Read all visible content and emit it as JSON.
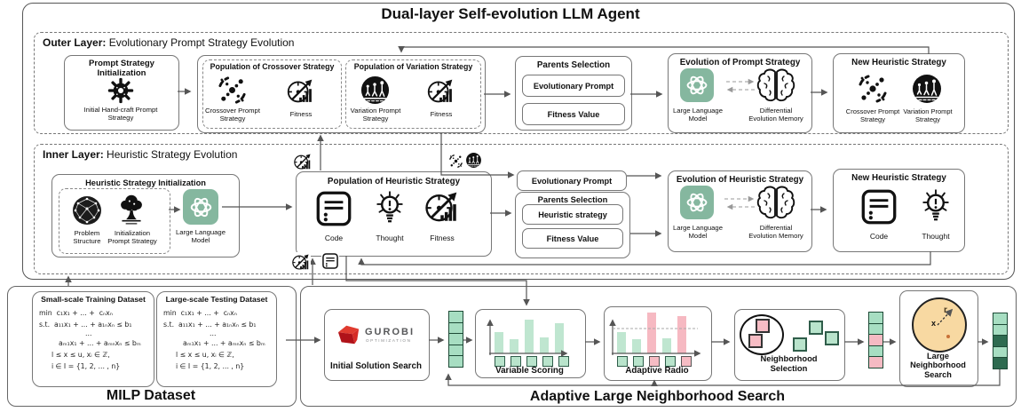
{
  "title": "Dual-layer Self-evolution LLM Agent",
  "colors": {
    "llm_green": "#85b79f",
    "cell_green": "#a7dec2",
    "cell_dark_green": "#2e6b50",
    "cell_pink": "#f5bac3",
    "bar_green": "#bfe6d0",
    "bar_pink": "#f6b9c2",
    "lns_circle_tan": "#f8d9a2",
    "gurobi_red": "#b01219"
  },
  "outer_layer": {
    "label_bold": "Outer Layer:",
    "label_rest": " Evolutionary Prompt Strategy Evolution",
    "prompt_init": {
      "title": "Prompt Strategy Initialization",
      "caption": "Initial Hand-craft Prompt Strategy"
    },
    "pop_crossover": {
      "title": "Population of Crossover Strategy",
      "icon1_label": "Crossover Prompt Strategy",
      "icon2_label": "Fitness"
    },
    "pop_variation": {
      "title": "Population of Variation Strategy",
      "icon1_label": "Variation Prompt Strategy",
      "icon2_label": "Fitness"
    },
    "parents_selection": {
      "title": "Parents Selection",
      "item1": "Evolutionary Prompt",
      "item2": "Fitness Value"
    },
    "evolution": {
      "title": "Evolution of Prompt Strategy",
      "llm_label": "Large Language Model",
      "memory_label": "Differential Evolution Memory"
    },
    "new_strategy": {
      "title": "New Heuristic Strategy",
      "icon1_label": "Crossover Prompt Strategy",
      "icon2_label": "Variation Prompt Strategy"
    }
  },
  "inner_layer": {
    "label_bold": "Inner Layer:",
    "label_rest": " Heuristic Strategy Evolution",
    "init": {
      "title": "Heuristic Strategy Initialization",
      "problem_label": "Problem Structure",
      "prompt_label": "Initialization Prompt Strategy",
      "llm_label": "Large Language Model"
    },
    "population": {
      "title": "Population of Heuristic Strategy",
      "code_label": "Code",
      "thought_label": "Thought",
      "fitness_label": "Fitness"
    },
    "evolutionary_prompt": "Evolutionary Prompt",
    "parents_selection": {
      "title": "Parents Selection",
      "item1": "Heuristic strategy",
      "item2": "Fitness Value"
    },
    "evolution": {
      "title": "Evolution of Heuristic Strategy",
      "llm_label": "Large Language Model",
      "memory_label": "Differential Evolution Memory"
    },
    "new_strategy": {
      "title": "New Heuristic Strategy",
      "code_label": "Code",
      "thought_label": "Thought"
    }
  },
  "milp": {
    "label": "MILP Dataset",
    "train_title": "Small-scale Training Dataset",
    "test_title": "Large-scale Testing Dataset",
    "formula_lines": [
      "min  c₁x₁ + ... +  cₙxₙ",
      "s.t.  a₁₁x₁ + ... + a₁ₙxₙ ≤ b₁",
      "...",
      "aₘ₁x₁ + ... + aₘₙxₙ ≤ bₘ",
      "l ≤ x ≤ u, xᵢ ∈ ℤ,",
      "i ∈ I = {1, 2, ... , n}"
    ]
  },
  "alns": {
    "label": "Adaptive Large Neighborhood Search",
    "gurobi": {
      "brand": "GUROBI",
      "sub": "OPTIMIZATION",
      "label": "Initial Solution Search"
    },
    "variable_scoring": {
      "label": "Variable Scoring",
      "bars": [
        {
          "h": 24,
          "c": "g"
        },
        {
          "h": 16,
          "c": "g"
        },
        {
          "h": 38,
          "c": "g"
        },
        {
          "h": 18,
          "c": "g"
        },
        {
          "h": 34,
          "c": "g"
        }
      ],
      "squares": [
        "g",
        "g",
        "g",
        "g",
        "g"
      ]
    },
    "adaptive_radio": {
      "label": "Adaptive Radio",
      "bars": [
        {
          "h": 24,
          "c": "g"
        },
        {
          "h": 16,
          "c": "g"
        },
        {
          "h": 46,
          "c": "p"
        },
        {
          "h": 17,
          "c": "g"
        },
        {
          "h": 42,
          "c": "p"
        }
      ],
      "squares": [
        "g",
        "g",
        "p",
        "g",
        "p"
      ]
    },
    "neighborhood_selection": {
      "label1": "Neighborhood",
      "label2": "Selection"
    },
    "lns": {
      "label1": "Large",
      "label2": "Neighborhood",
      "label3": "Search",
      "radius_label": "r",
      "center_label": "x"
    },
    "columns": {
      "col1": [
        "g",
        "g",
        "g",
        "g",
        "g"
      ],
      "col2": [
        "g",
        "g",
        "p",
        "g",
        "p"
      ],
      "col3": [
        "g",
        "g",
        "d",
        "g",
        "d"
      ]
    }
  }
}
